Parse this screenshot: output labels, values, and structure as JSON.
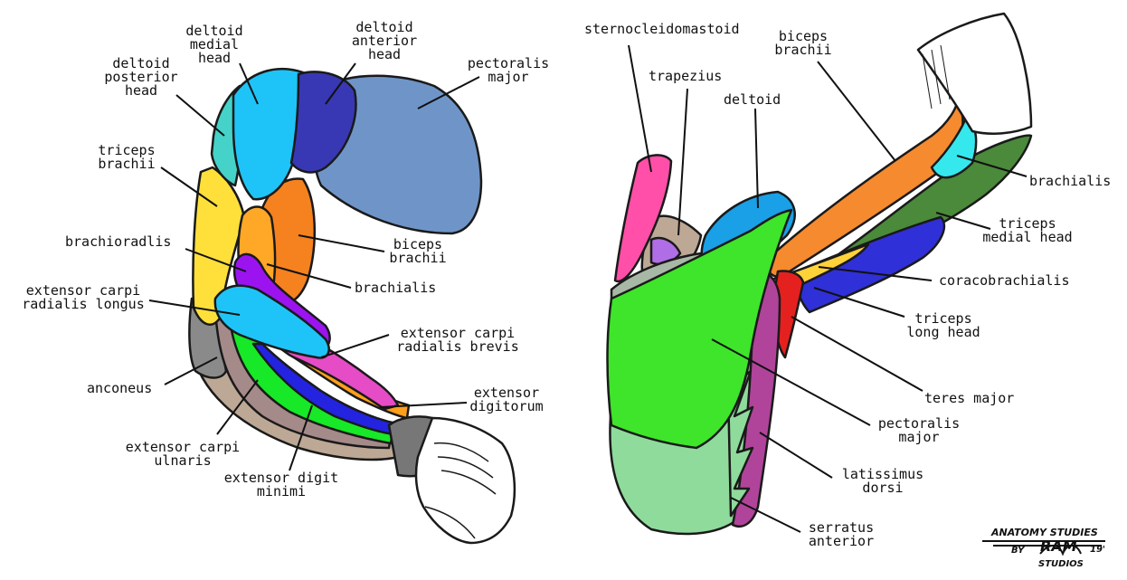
{
  "arm_labels": {
    "deltoid_medial_head": [
      "deltoid",
      "medial",
      "head"
    ],
    "deltoid_anterior_head": [
      "deltoid",
      "anterior",
      "head"
    ],
    "deltoid_posterior_head": [
      "deltoid",
      "posterior",
      "head"
    ],
    "pectoralis_major": [
      "pectoralis",
      "major"
    ],
    "triceps_brachii": [
      "triceps",
      "brachii"
    ],
    "brachioradlis": [
      "brachioradlis"
    ],
    "biceps_brachii": [
      "biceps",
      "brachii"
    ],
    "brachialis": [
      "brachialis"
    ],
    "extensor_carpi_radialis_longus": [
      "extensor carpi",
      "radialis longus"
    ],
    "extensor_carpi_radialis_brevis": [
      "extensor carpi",
      "radialis brevis"
    ],
    "extensor_digitorum": [
      "extensor",
      "digitorum"
    ],
    "anconeus": [
      "anconeus"
    ],
    "extensor_carpi_ulnaris": [
      "extensor carpi",
      "ulnaris"
    ],
    "extensor_digit_minimi": [
      "extensor digit",
      "minimi"
    ]
  },
  "torso_labels": {
    "sternocleidomastoid": [
      "sternocleidomastoid"
    ],
    "trapezius": [
      "trapezius"
    ],
    "biceps_brachii": [
      "biceps",
      "brachii"
    ],
    "deltoid": [
      "deltoid"
    ],
    "brachialis": [
      "brachialis"
    ],
    "triceps_medial_head": [
      "triceps",
      "medial head"
    ],
    "coracobrachialis": [
      "coracobrachialis"
    ],
    "triceps_long_head": [
      "triceps",
      "long head"
    ],
    "teres_major": [
      "teres major"
    ],
    "pectoralis_major": [
      "pectoralis",
      "major"
    ],
    "latissimus_dorsi": [
      "latissimus",
      "dorsi"
    ],
    "serratus_anterior": [
      "serratus",
      "anterior"
    ]
  },
  "signature": {
    "line1": "ANATOMY STUDIES",
    "by": "BY",
    "mark": "RAM",
    "year": "19'",
    "studios": "STUDIOS"
  },
  "colors": {
    "deltoid_light": "#1ec4f7",
    "deltoid_anterior": "#3838b4",
    "pectoralis": "#6f95c8",
    "posterior_deltoid": "#45d2c8",
    "triceps": "#ffe03a",
    "biceps": "#f5821f",
    "purple": "#9b14f0",
    "magenta": "#e54cc6",
    "green": "#17e827",
    "blue": "#2323e0",
    "grey": "#888888",
    "tan": "#bda895",
    "pink": "#ff4fa8",
    "dark_green": "#4a8a3a",
    "mint": "#8fdb9c",
    "red": "#e5211f",
    "cyan": "#35e8ee",
    "lime": "#3ee52a"
  }
}
